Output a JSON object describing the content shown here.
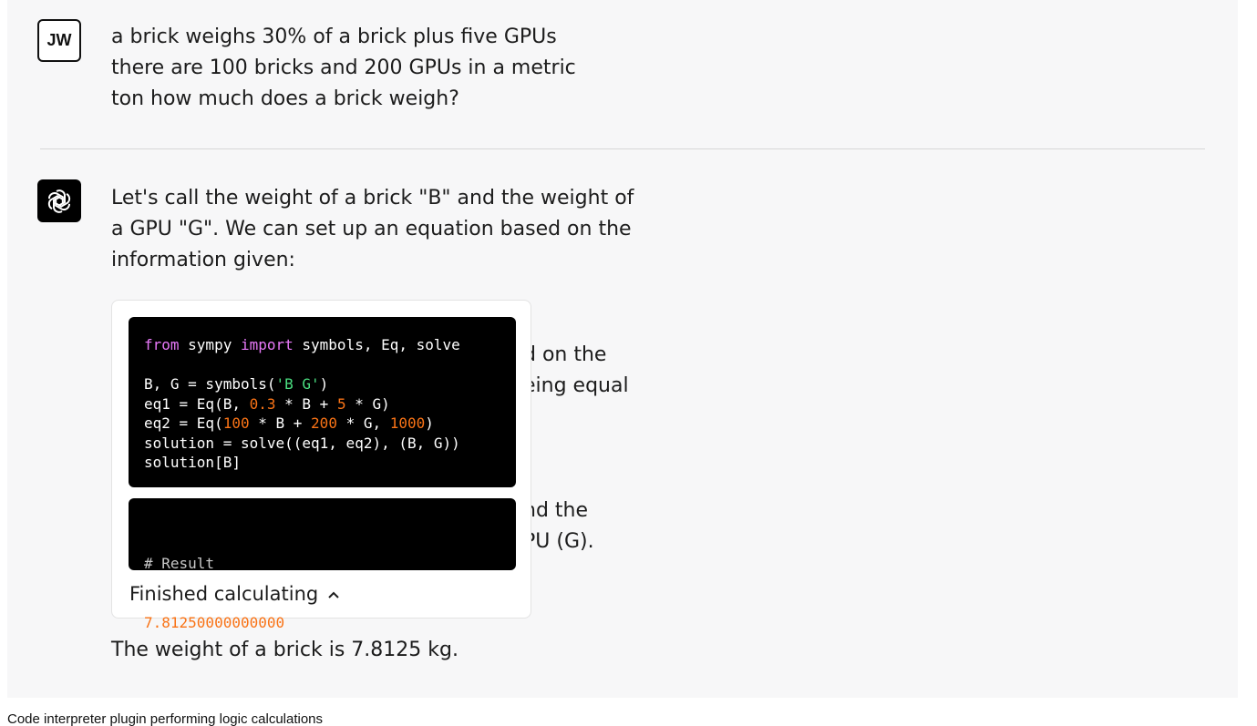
{
  "user": {
    "initials": "JW",
    "message_lines": [
      "a brick weighs 30% of a brick plus five GPUs",
      "there are 100 bricks and 200 GPUs in a metric",
      "ton how much does a brick weigh?"
    ]
  },
  "assistant": {
    "intro_lines": [
      "Let's call the weight of a brick \"B\" and the weight of",
      "a GPU \"G\". We can set up an equation based on the",
      "information given:"
    ],
    "obscured_fragments": [
      "d on the",
      "eing equal",
      "nd the",
      "PU (G)."
    ],
    "tool": {
      "code_lines": [
        [
          {
            "t": "from",
            "c": "kw"
          },
          {
            "t": " sympy ",
            "c": ""
          },
          {
            "t": "import",
            "c": "kw"
          },
          {
            "t": " symbols, Eq, solve",
            "c": ""
          }
        ],
        [],
        [
          {
            "t": "B, G = symbols(",
            "c": ""
          },
          {
            "t": "'B G'",
            "c": "str"
          },
          {
            "t": ")",
            "c": ""
          }
        ],
        [
          {
            "t": "eq1 = Eq(B, ",
            "c": ""
          },
          {
            "t": "0.3",
            "c": "num"
          },
          {
            "t": " * B + ",
            "c": ""
          },
          {
            "t": "5",
            "c": "num"
          },
          {
            "t": " * G)",
            "c": ""
          }
        ],
        [
          {
            "t": "eq2 = Eq(",
            "c": ""
          },
          {
            "t": "100",
            "c": "num"
          },
          {
            "t": " * B + ",
            "c": ""
          },
          {
            "t": "200",
            "c": "num"
          },
          {
            "t": " * G, ",
            "c": ""
          },
          {
            "t": "1000",
            "c": "num"
          },
          {
            "t": ")",
            "c": ""
          }
        ],
        [
          {
            "t": "solution = solve((eq1, eq2), (B, G))",
            "c": ""
          }
        ],
        [
          {
            "t": "solution[B]",
            "c": ""
          }
        ]
      ],
      "result_comment": "# Result",
      "result_value": "7.81250000000000",
      "status_label": "Finished calculating"
    },
    "final_text": "The weight of a brick is 7.8125 kg."
  },
  "caption": "Code interpreter plugin performing logic calculations",
  "colors": {
    "keyword": "#e879f9",
    "string": "#4ade80",
    "number": "#f97316",
    "panel_bg": "#f7f7f8"
  },
  "icons": {
    "assistant_avatar": "openai-logo-icon",
    "collapse": "chevron-up-icon"
  }
}
